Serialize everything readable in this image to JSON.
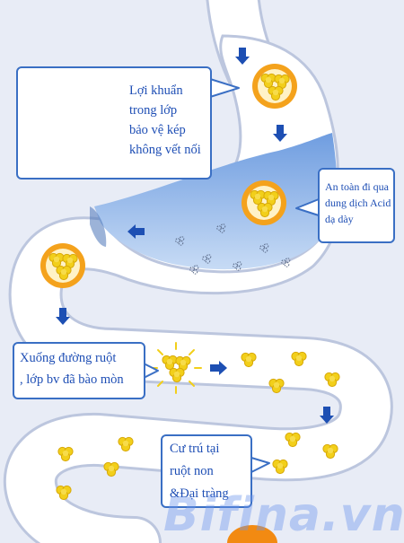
{
  "colors": {
    "background": "#e8ecf6",
    "tract_fill": "#ffffff",
    "tract_outline": "#bcc6de",
    "acid_fluid": "#8fb3e6",
    "capsule_outer": "#f4a21c",
    "capsule_inner": "#fff2c6",
    "bacteria": "#f2cf1a",
    "arrow": "#1d4fb3",
    "callout_border": "#3a6fc4",
    "callout_text": "#1f4fb5",
    "watermark": "#6e96eb"
  },
  "icons": [
    "capsule-icon",
    "bacteria-cluster-icon",
    "flow-arrow-icon",
    "release-burst-icon",
    "acid-particle-icon"
  ],
  "callouts": {
    "bacteria_protected": {
      "lines": [
        "Lợi khuẩn",
        "trong lớp",
        "bảo vệ kép",
        "không vết nối"
      ]
    },
    "acid_safe": {
      "lines": [
        "An toàn đi qua",
        "dung dịch Acid",
        "dạ dày"
      ]
    },
    "intestine_descent": {
      "lines": [
        "Xuống đường  ruột",
        ", lớp bv đã bào mòn"
      ]
    },
    "colonize": {
      "lines": [
        "Cư trú tại",
        "ruột non",
        "&Đại tràng"
      ]
    }
  },
  "watermark": "Bifina.vn"
}
